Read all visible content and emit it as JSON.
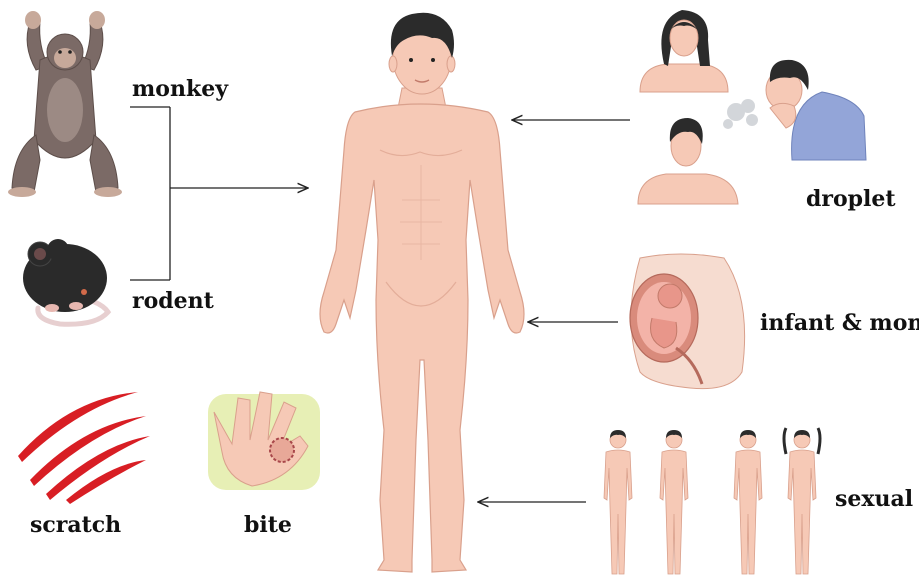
{
  "labels": {
    "monkey": "monkey",
    "rodent": "rodent",
    "droplet": "droplet",
    "infant_mom": "infant & mom",
    "sexual": "sexual",
    "scratch": "scratch",
    "bite": "bite"
  },
  "colors": {
    "skin": "#f6c9b6",
    "skin_outline": "#d9a08c",
    "hair": "#2b2b2b",
    "monkey_fur": "#7b6a66",
    "rodent_fur": "#2a2a2a",
    "scratch_red": "#d81e24",
    "arrow": "#222222",
    "patient_shirt": "#93a5d8",
    "uterus": "#d98b7c",
    "bite_bg": "#e7efb5"
  },
  "icons": [
    "monkey-icon",
    "rodent-icon",
    "human-body-icon",
    "woman-bust-icon",
    "man-bust-icon",
    "coughing-man-icon",
    "fetus-icon",
    "couples-icon",
    "scratch-icon",
    "bitten-hand-icon"
  ]
}
